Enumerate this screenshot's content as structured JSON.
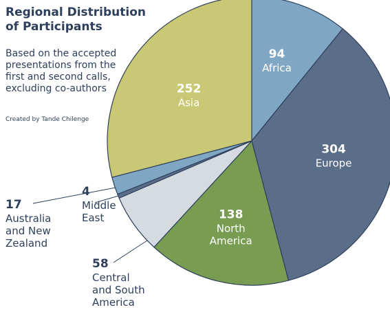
{
  "chart_data": {
    "type": "pie",
    "title_lines": [
      "Regional Distribution",
      "of Participants"
    ],
    "subtitle_lines": [
      "Based on the accepted",
      "presentations from the",
      "first and second calls,",
      "excluding co-authors"
    ],
    "credit": "Created by Tande Chilenge",
    "slices": [
      {
        "label_lines": [
          "Africa"
        ],
        "value": 94,
        "color": "#7fa7c4"
      },
      {
        "label_lines": [
          "Europe"
        ],
        "value": 304,
        "color": "#5a6e8a"
      },
      {
        "label_lines": [
          "North",
          "America"
        ],
        "value": 138,
        "color": "#789c52"
      },
      {
        "label_lines": [
          "Central",
          "and South",
          "America"
        ],
        "value": 58,
        "color": "#d6dbe2"
      },
      {
        "label_lines": [
          "Middle",
          "East"
        ],
        "value": 4,
        "color": "#5a6e8a"
      },
      {
        "label_lines": [
          "Australia",
          "and New",
          "Zealand"
        ],
        "value": 17,
        "color": "#7fa7c4"
      },
      {
        "label_lines": [
          "Asia"
        ],
        "value": 252,
        "color": "#c9c875"
      }
    ]
  }
}
